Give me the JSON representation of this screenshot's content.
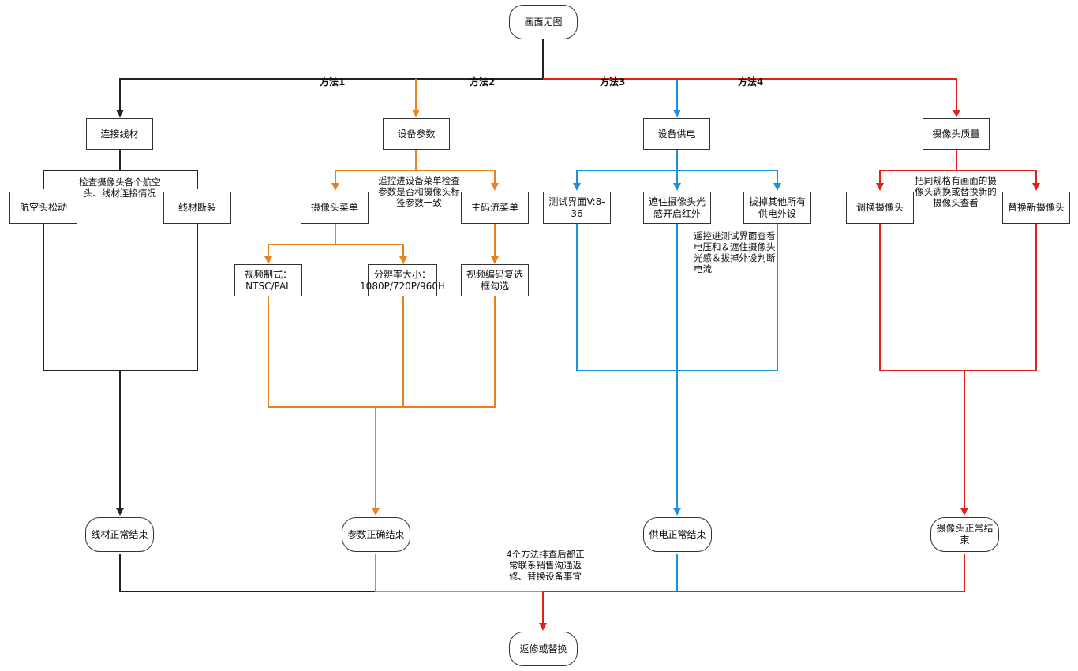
{
  "start": "画面无图",
  "methods": [
    "方法1",
    "方法2",
    "方法3",
    "方法4"
  ],
  "cable": {
    "title": "连接线材",
    "note": "检查摄像头各个航空头、线材连接情况",
    "left": "航空头松动",
    "right": "线材断裂",
    "end": "线材正常结束"
  },
  "params": {
    "title": "设备参数",
    "note": "遥控进设备菜单检查参数是否和摄像头标签参数一致",
    "camera_menu": "摄像头菜单",
    "stream_menu": "主码流菜单",
    "video_format": "视频制式：NTSC/PAL",
    "resolution": "分辨率大小：1080P/720P/960H",
    "encoding": "视频编码复选框勾选",
    "end": "参数正确结束"
  },
  "power": {
    "title": "设备供电",
    "test": "测试界面V:8-36",
    "cover": "遮住摄像头光感开启红外",
    "unplug": "拔掉其他所有供电外设",
    "note": "遥控进测试界面查看电压和＆遮住摄像头光感＆拔掉外设判断电流",
    "end": "供电正常结束"
  },
  "camera": {
    "title": "摄像头质量",
    "note": "把同规格有画面的摄像头调换或替换新的摄像头查看",
    "swap": "调换摄像头",
    "replace": "替换新摄像头",
    "end": "摄像头正常结束"
  },
  "final_note": "4个方法排查后都正常联系销售沟通返修、替换设备事宜",
  "final": "返修或替换",
  "colors": {
    "m1": "#222222",
    "m2": "#e8821e",
    "m3": "#1a8fe0",
    "m4": "#e0201a"
  }
}
